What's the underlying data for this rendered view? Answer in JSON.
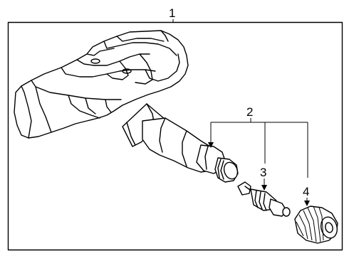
{
  "callouts": {
    "c1": "1",
    "c2": "2",
    "c3": "3",
    "c4": "4"
  },
  "parts": [
    {
      "callout": "1",
      "shape": "sensor-housing"
    },
    {
      "callout": "2",
      "shape": "valve-stem-assembly"
    },
    {
      "callout": "3",
      "shape": "valve-core"
    },
    {
      "callout": "4",
      "shape": "valve-cap"
    }
  ]
}
